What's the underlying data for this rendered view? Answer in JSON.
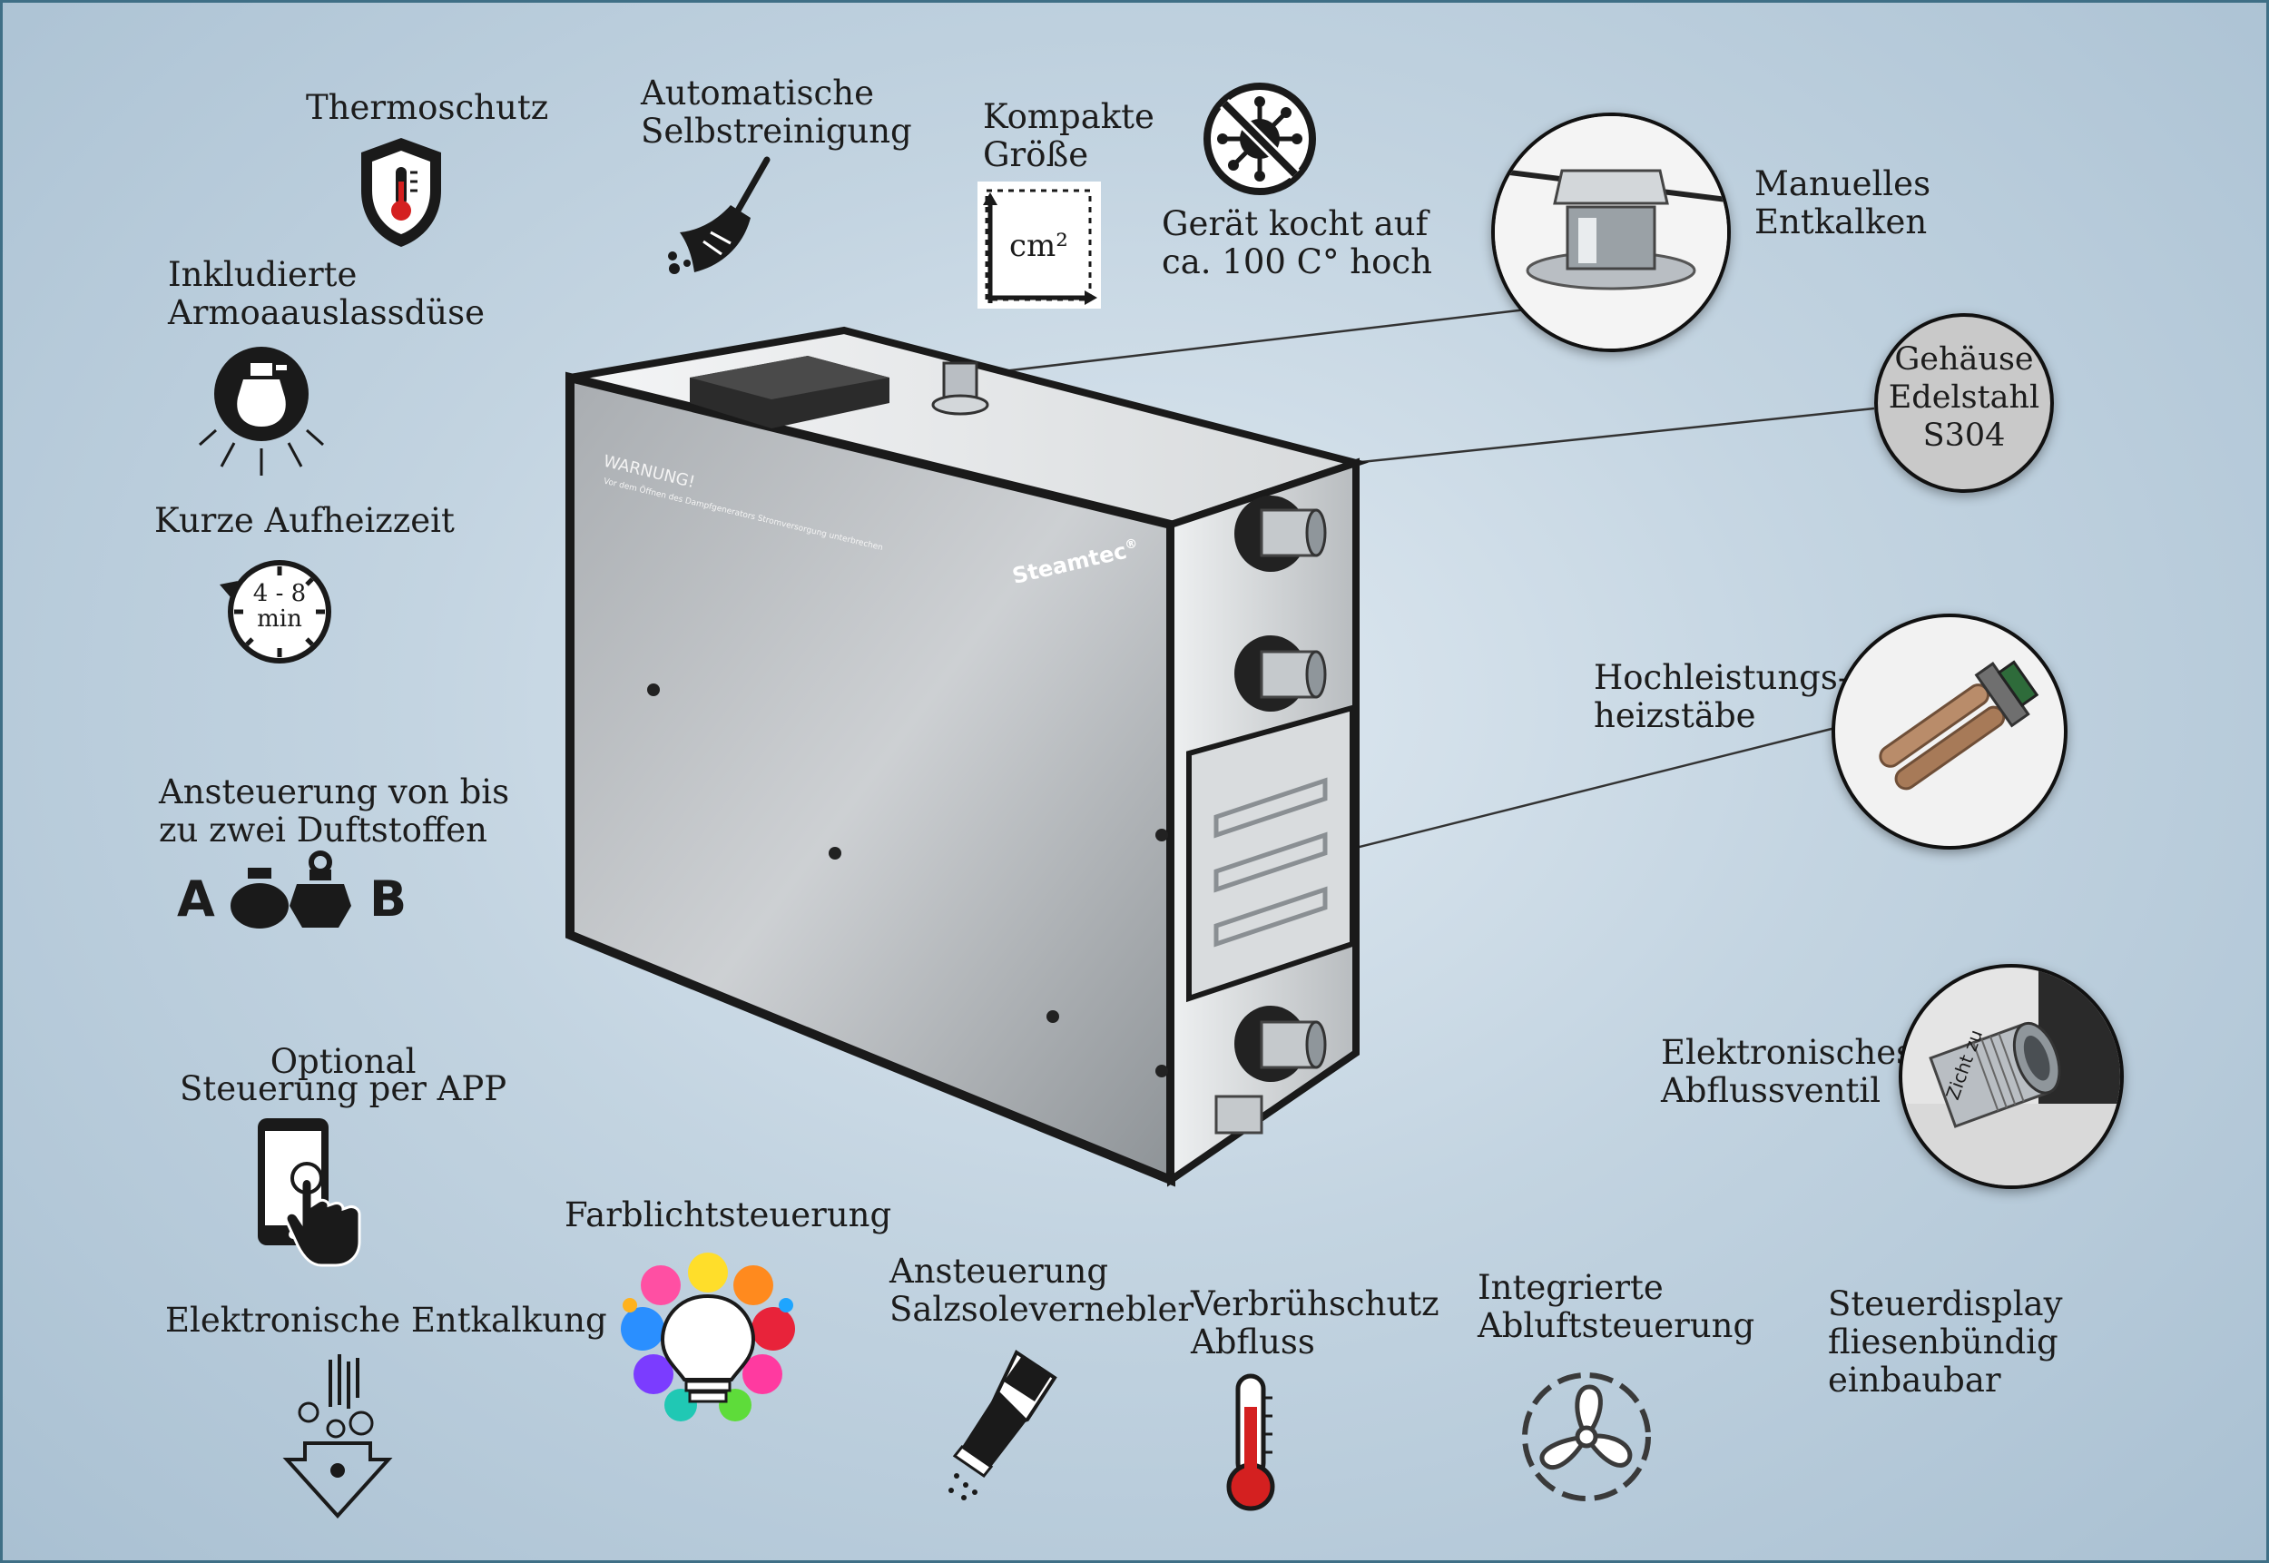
{
  "labels": {
    "thermoschutz": "Thermoschutz",
    "selbstreinigung": [
      "Automatische",
      "Selbstreinigung"
    ],
    "kompakt": [
      "Kompakte",
      "Größe"
    ],
    "cm2": "cm²",
    "kocht": [
      "Gerät kocht auf",
      "ca. 100 C° hoch"
    ],
    "entkalken": [
      "Manuelles",
      "Entkalken"
    ],
    "gehaeuse": [
      "Gehäuse",
      "Edelstahl",
      "S304"
    ],
    "aroma": [
      "Inkludierte",
      "Armoaauslassdüse"
    ],
    "aufheiz": "Kurze Aufheizzeit",
    "timer": [
      "4 - 8",
      "min"
    ],
    "heizstaebe": [
      "Hochleistungs-",
      "heizstäbe"
    ],
    "duftstoffe": [
      "Ansteuerung von bis",
      "zu zwei Duftstoffen"
    ],
    "duft_a": "A",
    "duft_b": "B",
    "app": [
      "Optional",
      "Steuerung per APP"
    ],
    "abfluss_ventil": [
      "Elektronisches",
      "Abflussventil"
    ],
    "farblicht": "Farblichtsteuerung",
    "elek_entkalkung": "Elektronische Entkalkung",
    "salzsole": [
      "Ansteuerung",
      "Salzsolevernebler"
    ],
    "verbruehschutz": [
      "Verbrühschutz",
      "Abfluss"
    ],
    "abluft": [
      "Integrierte",
      "Abluftsteuerung"
    ],
    "steuerdisplay": [
      "Steuerdisplay",
      "fliesenbündig",
      "einbaubar"
    ]
  },
  "device": {
    "brand": "Steamtec",
    "brand_mark": "®",
    "warning_title": "WARNUNG!",
    "warning_text": "Vor dem Öffnen des Dampfgenerators Stromversorgung unterbrechen",
    "valve_text": "Zicht zu"
  },
  "icons": {
    "thermoschutz": "shield-thermometer-icon",
    "selbstreinigung": "broom-icon",
    "kompakt": "size-square-icon",
    "kocht": "no-virus-icon",
    "aroma": "perfume-spray-icon",
    "aufheiz": "timer-icon",
    "duftstoffe": "perfume-bottles-icon",
    "app": "smartphone-touch-icon",
    "farblicht": "color-bulb-icon",
    "elek_entkalkung": "descale-arrow-icon",
    "salzsole": "salt-shaker-icon",
    "verbruehschutz": "thermometer-icon",
    "abluft": "fan-icon"
  },
  "colors": {
    "background": "#c3d4e1",
    "frame": "#3f6f86",
    "thermometer": "#d42020",
    "steel": "#b9bec3"
  }
}
